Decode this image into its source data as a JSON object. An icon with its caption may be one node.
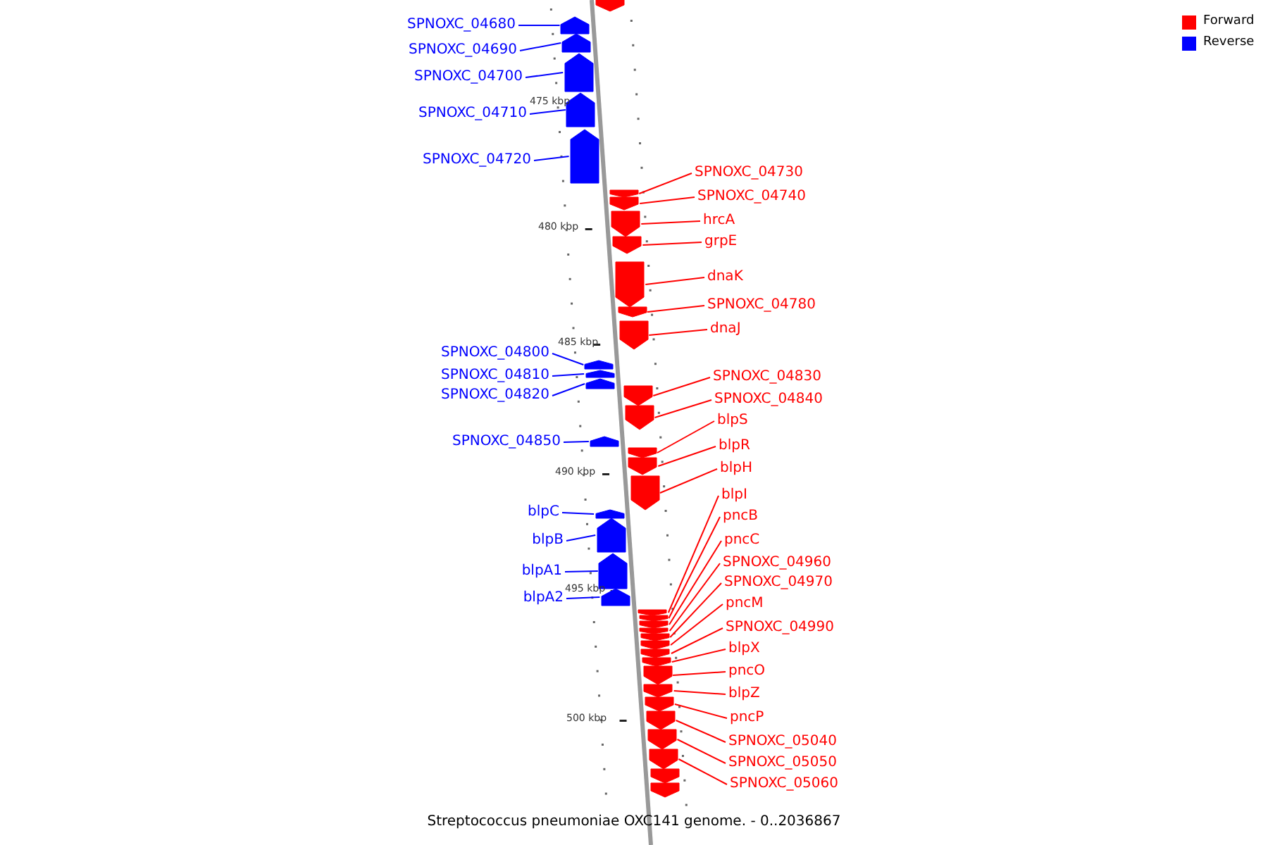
{
  "diagram": {
    "caption": "Streptococcus pneumoniae OXC141 genome. - 0..2036867",
    "nodes": [
      {
        "text": [
          "SPNOXC_04680"
        ]
      },
      {
        "text": [
          "SPNOXC_04690"
        ]
      },
      {
        "text": [
          "SPNOXC_04700"
        ]
      },
      {
        "text": [
          "SPNOXC_04710"
        ]
      },
      {
        "text": [
          "SPNOXC_04720"
        ]
      },
      {
        "text": [
          "SPNOXC_04800"
        ]
      },
      {
        "text": [
          "SPNOXC_04810"
        ]
      },
      {
        "text": [
          "SPNOXC_04820"
        ]
      },
      {
        "text": [
          "SPNOXC_04850"
        ]
      },
      {
        "text": [
          "blpC"
        ]
      },
      {
        "text": [
          "blpB"
        ]
      },
      {
        "text": [
          "blpA1"
        ]
      },
      {
        "text": [
          "blpA2"
        ]
      },
      {
        "text": [
          "SPNOXC_04730"
        ]
      },
      {
        "text": [
          "SPNOXC_04740"
        ]
      },
      {
        "text": [
          "hrcA"
        ]
      },
      {
        "text": [
          "grpE"
        ]
      },
      {
        "text": [
          "dnaK"
        ]
      },
      {
        "text": [
          "SPNOXC_04780"
        ]
      },
      {
        "text": [
          "dnaJ"
        ]
      },
      {
        "text": [
          "SPNOXC_04830"
        ]
      },
      {
        "text": [
          "SPNOXC_04840"
        ]
      },
      {
        "text": [
          "blpS"
        ]
      },
      {
        "text": [
          "blpR"
        ]
      },
      {
        "text": [
          "blpH"
        ]
      },
      {
        "text": [
          "blpI"
        ]
      },
      {
        "text": [
          "pncB"
        ]
      },
      {
        "text": [
          "pncC"
        ]
      },
      {
        "text": [
          "SPNOXC_04960"
        ]
      },
      {
        "text": [
          "SPNOXC_04970"
        ]
      },
      {
        "text": [
          "pncM"
        ]
      },
      {
        "text": [
          "SPNOXC_04990"
        ]
      },
      {
        "text": [
          "blpX"
        ]
      },
      {
        "text": [
          "pncO"
        ]
      },
      {
        "text": [
          "blpZ"
        ]
      },
      {
        "text": [
          "pncP"
        ]
      },
      {
        "text": [
          "SPNOXC_05040"
        ]
      },
      {
        "text": [
          "SPNOXC_05050"
        ]
      },
      {
        "text": [
          "SPNOXC_05060"
        ]
      },
      {
        "text": [],
        "shape": "arrow"
      },
      {
        "text": [],
        "shape": "arrow"
      },
      {
        "text": [],
        "shape": "arrow"
      },
      {
        "text": [],
        "shape": "arrow"
      },
      {
        "text": [],
        "shape": "arrow"
      },
      {
        "text": [],
        "shape": "arrow"
      },
      {
        "text": [],
        "shape": "arrow"
      },
      {
        "text": [],
        "shape": "arrow"
      },
      {
        "text": [],
        "shape": "arrow"
      },
      {
        "text": [],
        "shape": "arrow"
      },
      {
        "text": [],
        "shape": "arrow"
      },
      {
        "text": [],
        "shape": "arrow"
      },
      {
        "text": [],
        "shape": "arrow"
      },
      {
        "text": [],
        "shape": "arrow"
      },
      {
        "text": [],
        "shape": "arrow"
      },
      {
        "text": [],
        "shape": "arrow"
      },
      {
        "text": [],
        "shape": "arrow"
      },
      {
        "text": [],
        "shape": "arrow"
      },
      {
        "text": [],
        "shape": "arrow"
      },
      {
        "text": [],
        "shape": "arrow"
      },
      {
        "text": [],
        "shape": "arrow"
      },
      {
        "text": [],
        "shape": "arrow"
      },
      {
        "text": [],
        "shape": "arrow"
      },
      {
        "text": [],
        "shape": "arrow"
      },
      {
        "text": [],
        "shape": "arrow"
      },
      {
        "text": [],
        "shape": "arrow"
      },
      {
        "text": [],
        "shape": "arrow"
      },
      {
        "text": [],
        "shape": "arrow"
      },
      {
        "text": [],
        "shape": "arrow"
      },
      {
        "text": [],
        "shape": "arrow"
      },
      {
        "text": [],
        "shape": "arrow"
      },
      {
        "text": [],
        "shape": "arrow"
      },
      {
        "text": [],
        "shape": "arrow"
      },
      {
        "text": [],
        "shape": "arrow"
      },
      {
        "text": [],
        "shape": "arrow"
      },
      {
        "text": [],
        "shape": "arrow"
      },
      {
        "text": [],
        "shape": "arrow"
      },
      {
        "text": [],
        "shape": "arrow"
      },
      {
        "text": [],
        "shape": "arrow"
      },
      {
        "text": [],
        "shape": "arrow"
      },
      {
        "text": [],
        "shape": "arrow"
      },
      {
        "text": [],
        "shape": "arrow"
      }
    ],
    "edges": [
      {
        "from": 0,
        "to": 39,
        "arrow": "none",
        "color": "#0000ff"
      },
      {
        "from": 1,
        "to": 40,
        "arrow": "none",
        "color": "#0000ff"
      },
      {
        "from": 2,
        "to": 41,
        "arrow": "none",
        "color": "#0000ff"
      },
      {
        "from": 3,
        "to": 42,
        "arrow": "none",
        "color": "#0000ff"
      },
      {
        "from": 4,
        "to": 43,
        "arrow": "none",
        "color": "#0000ff"
      },
      {
        "from": 5,
        "to": 44,
        "arrow": "none",
        "color": "#0000ff"
      },
      {
        "from": 6,
        "to": 45,
        "arrow": "none",
        "color": "#0000ff"
      },
      {
        "from": 7,
        "to": 46,
        "arrow": "none",
        "color": "#0000ff"
      },
      {
        "from": 8,
        "to": 47,
        "arrow": "none",
        "color": "#0000ff"
      },
      {
        "from": 9,
        "to": 48,
        "arrow": "none",
        "color": "#0000ff"
      },
      {
        "from": 10,
        "to": 49,
        "arrow": "none",
        "color": "#0000ff"
      },
      {
        "from": 11,
        "to": 50,
        "arrow": "none",
        "color": "#0000ff"
      },
      {
        "from": 12,
        "to": 51,
        "arrow": "none",
        "color": "#0000ff"
      },
      {
        "from": 13,
        "to": 52,
        "arrow": "none"
      },
      {
        "from": 14,
        "to": 53,
        "arrow": "none"
      },
      {
        "from": 15,
        "to": 54,
        "arrow": "none"
      },
      {
        "from": 16,
        "to": 55,
        "arrow": "none"
      },
      {
        "from": 17,
        "to": 56,
        "arrow": "none"
      },
      {
        "from": 18,
        "to": 57,
        "arrow": "none"
      },
      {
        "from": 19,
        "to": 58,
        "arrow": "none"
      },
      {
        "from": 20,
        "to": 59,
        "arrow": "none"
      },
      {
        "from": 21,
        "to": 60,
        "arrow": "none"
      },
      {
        "from": 22,
        "to": 61,
        "arrow": "none"
      },
      {
        "from": 23,
        "to": 62,
        "arrow": "none"
      },
      {
        "from": 24,
        "to": 63,
        "arrow": "none"
      },
      {
        "from": 25,
        "to": 64,
        "arrow": "none"
      },
      {
        "from": 26,
        "to": 65,
        "arrow": "none"
      },
      {
        "from": 27,
        "to": 66,
        "arrow": "none"
      },
      {
        "from": 28,
        "to": 67,
        "arrow": "none"
      },
      {
        "from": 29,
        "to": 68,
        "arrow": "none"
      },
      {
        "from": 30,
        "to": 69,
        "arrow": "none"
      },
      {
        "from": 31,
        "to": 70,
        "arrow": "none"
      },
      {
        "from": 32,
        "to": 71,
        "arrow": "none"
      },
      {
        "from": 33,
        "to": 72,
        "arrow": "none"
      },
      {
        "from": 34,
        "to": 73,
        "arrow": "none"
      },
      {
        "from": 35,
        "to": 74,
        "arrow": "none"
      },
      {
        "from": 36,
        "to": 75,
        "arrow": "none"
      },
      {
        "from": 37,
        "to": 76,
        "arrow": "none"
      },
      {
        "from": 38,
        "to": 77,
        "arrow": "none"
      }
    ],
    "labels": [
      "475 kbp",
      "480 kbp",
      "485 kbp",
      "490 kbp",
      "495 kbp",
      "500 kbp"
    ],
    "legend": [
      {
        "text": "Forward",
        "color": "#ff0000"
      },
      {
        "text": "Reverse",
        "color": "#0000ff"
      }
    ]
  }
}
